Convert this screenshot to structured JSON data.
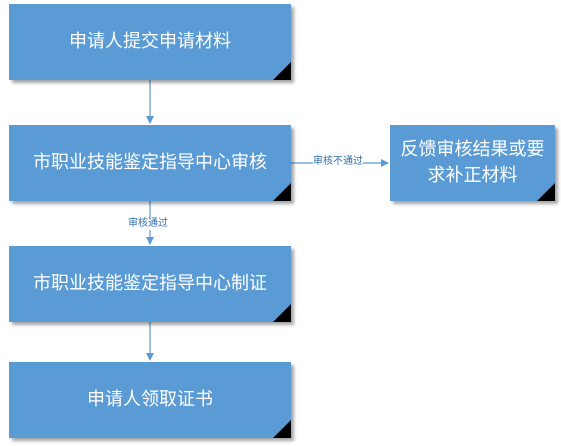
{
  "nodes": {
    "submit": {
      "label": "申请人提交申请材料"
    },
    "review": {
      "label": "市职业技能鉴定指导中心审核"
    },
    "feedback": {
      "label": "反馈审核结果或要求补正材料"
    },
    "certify": {
      "label": "市职业技能鉴定指导中心制证"
    },
    "receive": {
      "label": "申请人领取证书"
    }
  },
  "edges": {
    "reject": {
      "label": "审核不通过"
    },
    "pass": {
      "label": "审核通过"
    }
  },
  "colors": {
    "box_fill": "#5b9bd5",
    "box_text": "#ffffff",
    "arrow": "#5b9bd5",
    "edge_label": "#2f6fa8",
    "corner": "#000000"
  }
}
